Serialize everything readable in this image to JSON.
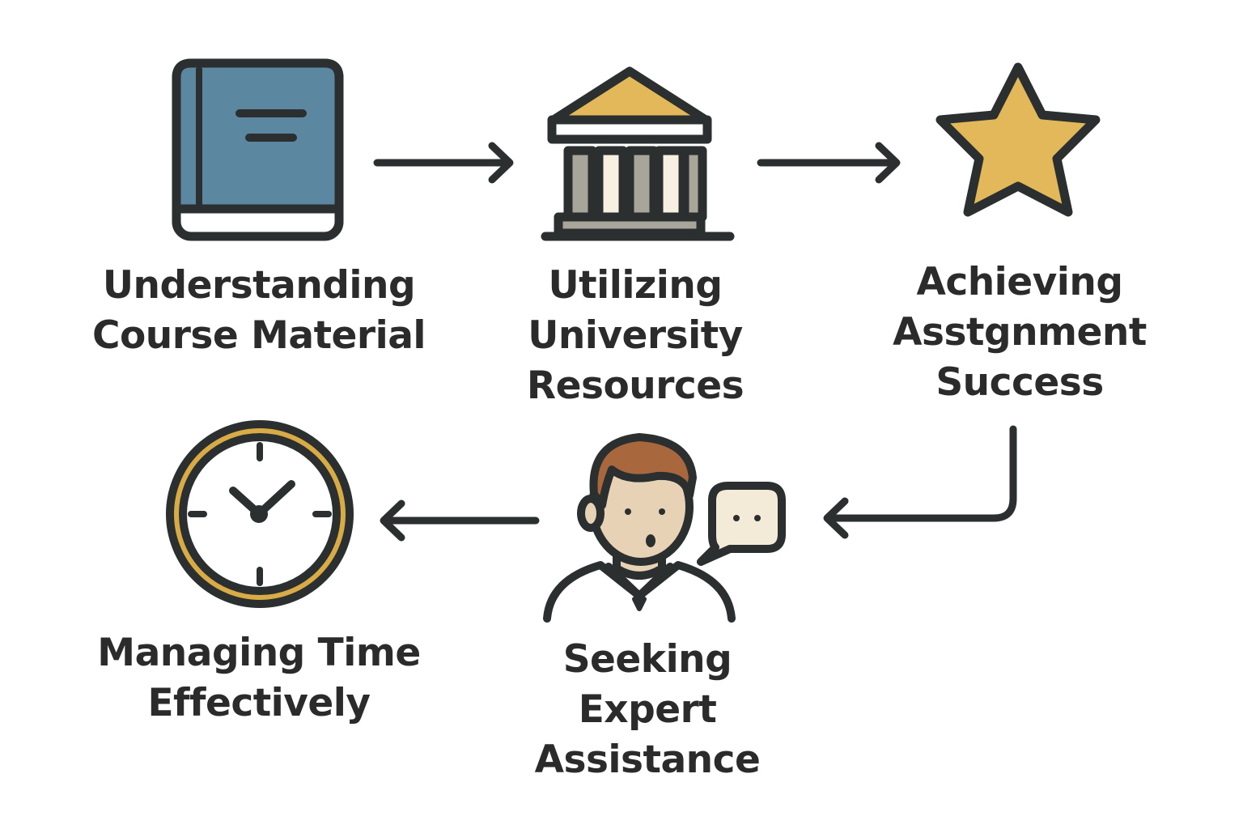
{
  "steps": [
    {
      "id": "understanding",
      "icon": "book-icon",
      "lines": [
        "Understanding",
        "Course Material"
      ]
    },
    {
      "id": "utilizing",
      "icon": "university-building-icon",
      "lines": [
        "Utilizing",
        "University",
        "Resources"
      ]
    },
    {
      "id": "achieving",
      "icon": "star-icon",
      "lines": [
        "Achieving",
        "Asstgnment",
        "Success"
      ]
    },
    {
      "id": "seeking",
      "icon": "person-speech-bubble-icon",
      "lines": [
        "Seeking",
        "Expert",
        "Assistance"
      ]
    },
    {
      "id": "managing",
      "icon": "clock-icon",
      "lines": [
        "Managing Time",
        "Effectively"
      ]
    }
  ],
  "colors": {
    "outline": "#2b2f2f",
    "book_cover": "#5b87a1",
    "gold": "#e3b85b",
    "clock_ring": "#d8ab46",
    "column_gray": "#a8a59b",
    "column_light": "#f6efe2",
    "skin": "#e8d2b5",
    "hair": "#a8673c",
    "bubble": "#f4ead8",
    "text": "#2b2b2b"
  }
}
